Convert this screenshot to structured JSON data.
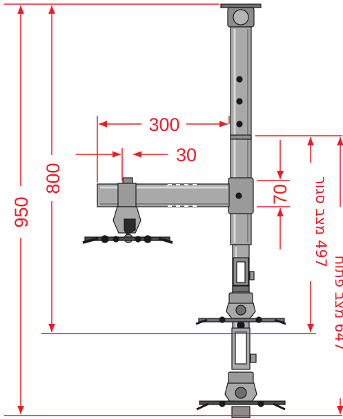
{
  "colors": {
    "dimension": "#ee1c25",
    "metal": "#a9a9a9",
    "metal_dark": "#6e6e6e",
    "outline": "#1a1a1a",
    "background": "#ffffff"
  },
  "dimensions": {
    "total_height": "950",
    "top_to_arm": "800",
    "arm_length": "300",
    "arm_offset": "30",
    "arm_height": "70",
    "closed_label": "497 מצב סגור",
    "open_label": "647 מצב פתוח"
  }
}
